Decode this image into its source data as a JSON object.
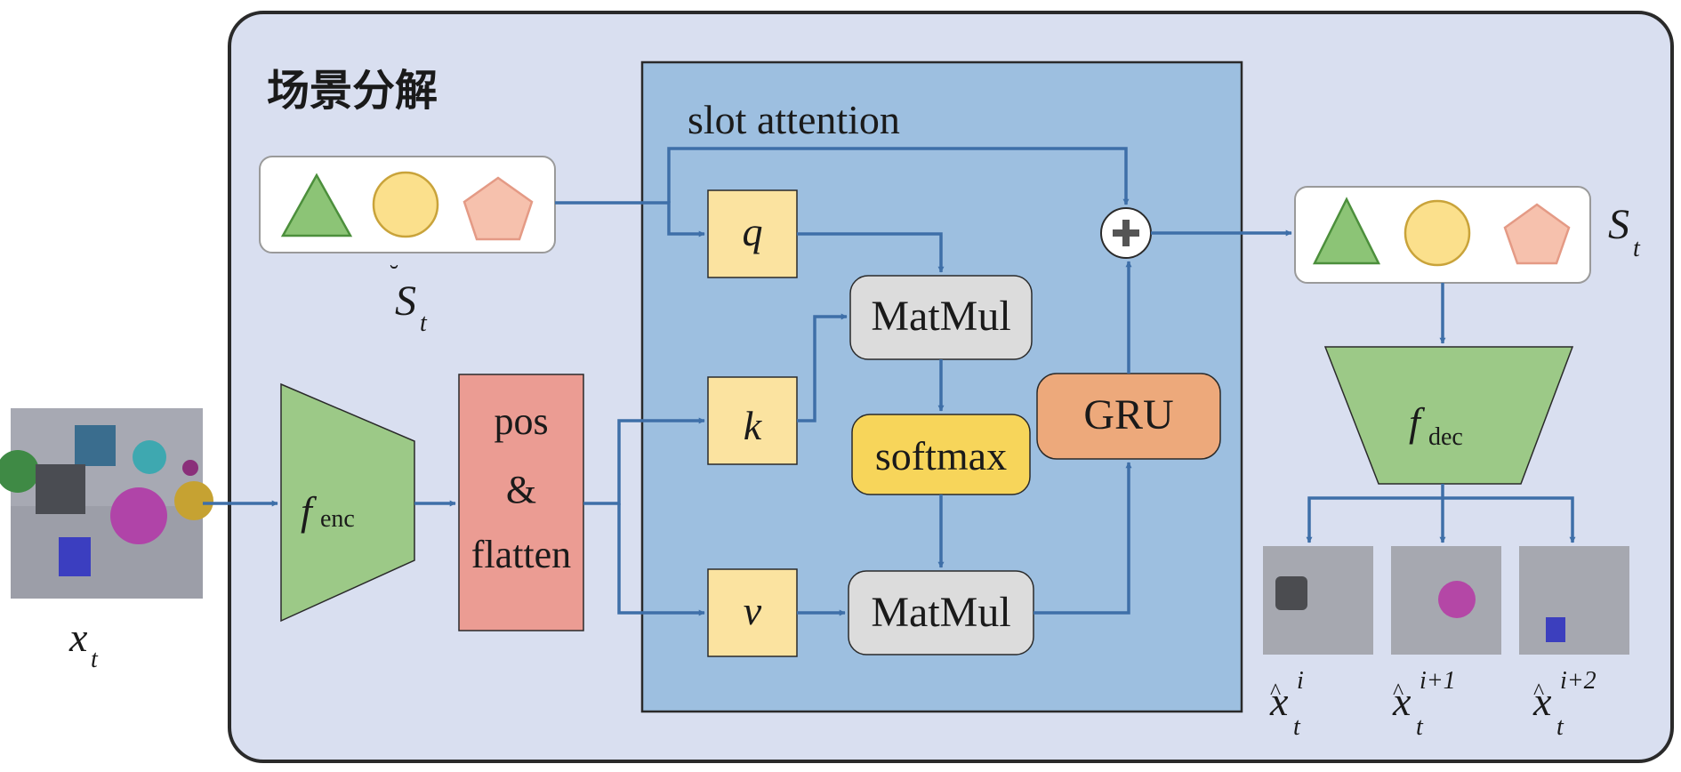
{
  "section_title": "场景分解",
  "module_label": "slot attention",
  "input_label": {
    "base": "x",
    "sub": "t"
  },
  "encoder": {
    "base": "f",
    "sub": "enc"
  },
  "decoder": {
    "base": "f",
    "sub": "dec"
  },
  "pos_flatten": [
    "pos",
    "&",
    "flatten"
  ],
  "qkv": {
    "q": "q",
    "k": "k",
    "v": "v"
  },
  "matmul_label": "MatMul",
  "softmax_label": "softmax",
  "gru_label": "GRU",
  "plus_symbol": "+",
  "slots_in_label": {
    "base": "S",
    "sub": "t"
  },
  "slots_out_label": {
    "base": "S",
    "sub": "t"
  },
  "recon_outputs": [
    {
      "base": "x",
      "sub": "t",
      "sup": "i"
    },
    {
      "base": "x",
      "sub": "t",
      "sup": "i+1"
    },
    {
      "base": "x",
      "sub": "t",
      "sup": "i+2"
    }
  ],
  "colors": {
    "outer_panel": "#d9dff0",
    "attention_panel": "#9dbfe0",
    "qkv_box": "#fbe3a0",
    "matmul_box": "#dcdcdc",
    "softmax_box": "#f7d55a",
    "gru_box": "#eda97b",
    "encoder": "#9cc987",
    "pos_box": "#eb9c93",
    "arrow": "#3e6fa8",
    "triangle": "#8cc476",
    "circle": "#fbe08c",
    "pentagon": "#f6c1ad"
  }
}
